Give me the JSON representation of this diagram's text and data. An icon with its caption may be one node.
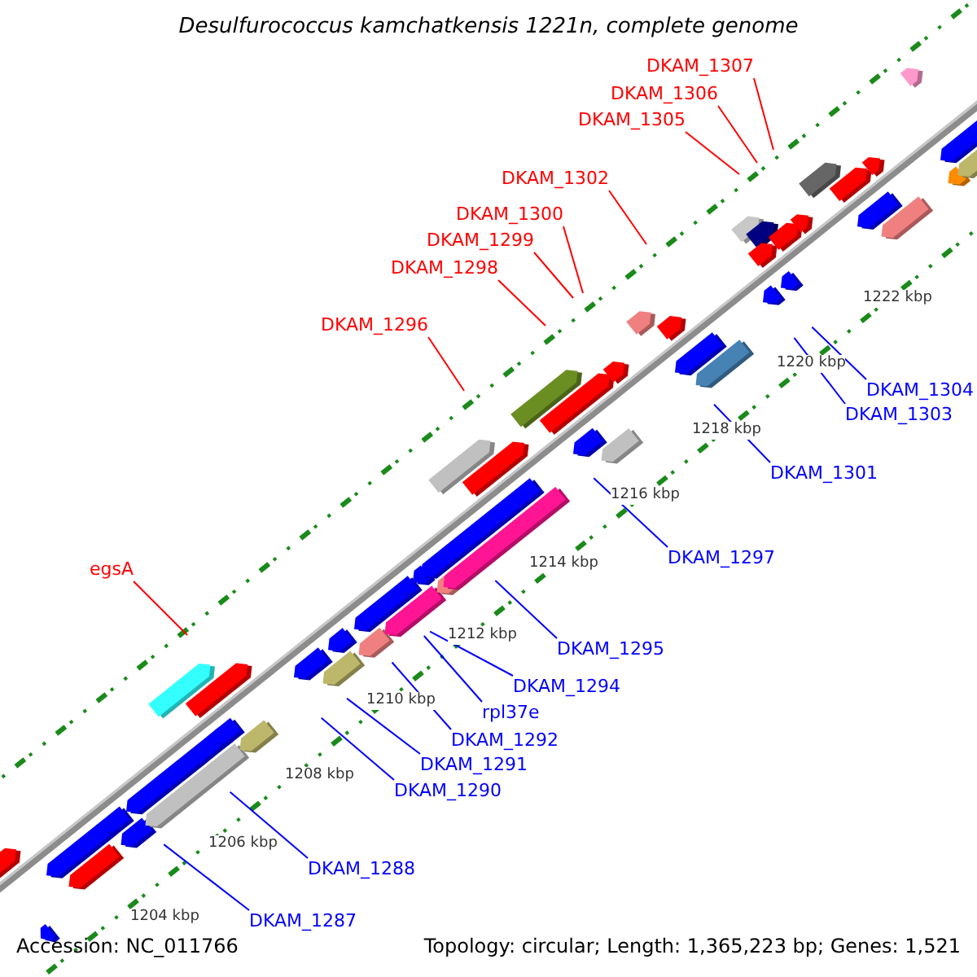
{
  "diagram": {
    "title": "Desulfurococcus kamchatkensis 1221n, complete genome",
    "nodes": [
      {
        "text": [
          "DKAM_1307"
        ]
      },
      {
        "text": [
          "DKAM_1306"
        ]
      },
      {
        "text": [
          "DKAM_1305"
        ]
      },
      {
        "text": [
          "DKAM_1302"
        ]
      },
      {
        "text": [
          "DKAM_1300"
        ]
      },
      {
        "text": [
          "DKAM_1299"
        ]
      },
      {
        "text": [
          "DKAM_1298"
        ]
      },
      {
        "text": [
          "DKAM_1296"
        ]
      },
      {
        "text": [
          "DKAM_1304"
        ]
      },
      {
        "text": [
          "DKAM_1303"
        ]
      },
      {
        "text": [
          "DKAM_1301"
        ]
      },
      {
        "text": [
          "DKAM_1297"
        ]
      },
      {
        "text": [
          "egsA"
        ]
      },
      {
        "text": [
          "DKAM_1295"
        ]
      },
      {
        "text": [
          "DKAM_1294"
        ]
      },
      {
        "text": [
          "rpl37e"
        ]
      },
      {
        "text": [
          "DKAM_1292"
        ]
      },
      {
        "text": [
          "DKAM_1291"
        ]
      },
      {
        "text": [
          "DKAM_1290"
        ]
      },
      {
        "text": [
          "DKAM_1288"
        ]
      },
      {
        "text": [
          "DKAM_1287"
        ]
      }
    ],
    "edges": [
      {
        "from": 0,
        "to": null,
        "arrow": "none",
        "color": "#ff0000"
      },
      {
        "from": 1,
        "to": null,
        "arrow": "none",
        "color": "#ff0000"
      },
      {
        "from": 2,
        "to": null,
        "arrow": "none",
        "color": "#ff0000"
      },
      {
        "from": 3,
        "to": null,
        "arrow": "none",
        "color": "#ff0000"
      },
      {
        "from": 4,
        "to": null,
        "arrow": "none",
        "color": "#ff0000"
      },
      {
        "from": 5,
        "to": null,
        "arrow": "none",
        "color": "#ff0000"
      },
      {
        "from": 6,
        "to": null,
        "arrow": "none",
        "color": "#ff0000"
      },
      {
        "from": 7,
        "to": null,
        "arrow": "none",
        "color": "#ff0000"
      },
      {
        "from": 8,
        "to": null,
        "arrow": "none"
      },
      {
        "from": 9,
        "to": null,
        "arrow": "none"
      },
      {
        "from": 10,
        "to": null,
        "arrow": "none"
      },
      {
        "from": 11,
        "to": null,
        "arrow": "none"
      },
      {
        "from": 12,
        "to": null,
        "arrow": "none",
        "color": "#ff0000"
      },
      {
        "from": 13,
        "to": null,
        "arrow": "none"
      },
      {
        "from": 14,
        "to": null,
        "arrow": "none"
      },
      {
        "from": 15,
        "to": null,
        "arrow": "none"
      },
      {
        "from": 16,
        "to": null,
        "arrow": "none"
      },
      {
        "from": 17,
        "to": null,
        "arrow": "none"
      },
      {
        "from": 18,
        "to": null,
        "arrow": "none"
      },
      {
        "from": 19,
        "to": null,
        "arrow": "none"
      },
      {
        "from": 20,
        "to": null,
        "arrow": "none"
      }
    ],
    "labels": [
      "1222 kbp",
      "1220 kbp",
      "1218 kbp",
      "1216 kbp",
      "1214 kbp",
      "1212 kbp",
      "1210 kbp",
      "1208 kbp",
      "1206 kbp",
      "1204 kbp",
      "Accession: NC_011766",
      "Topology: circular; Length: 1,365,223 bp; Genes: 1,521"
    ]
  }
}
